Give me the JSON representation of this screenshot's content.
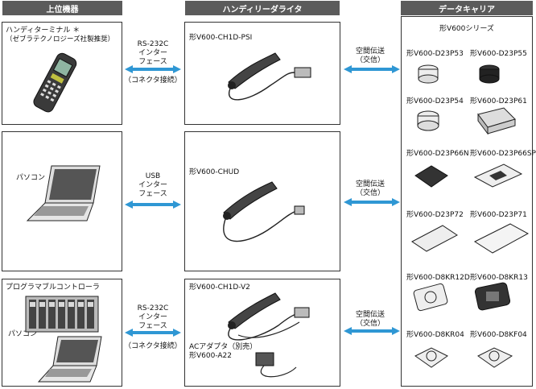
{
  "headers": {
    "host": "上位機器",
    "reader": "ハンディリーダライタ",
    "carrier": "データキャリア"
  },
  "host": {
    "terminal_line1": "ハンディターミナル ＊",
    "terminal_line2": "（ゼブラテクノロジーズ社製推奨）",
    "pc1": "パソコン",
    "plc": "プログラマブルコントローラ",
    "pc2": "パソコン"
  },
  "links": [
    {
      "line1": "RS-232C",
      "line2": "インター",
      "line3": "フェース",
      "note": "（コネクタ接続）"
    },
    {
      "line1": "USB",
      "line2": "インター",
      "line3": "フェース",
      "note": ""
    },
    {
      "line1": "RS-232C",
      "line2": "インター",
      "line3": "フェース",
      "note": "（コネクタ接続）"
    }
  ],
  "space_tx": {
    "line1": "空間伝送",
    "line2": "（交信）"
  },
  "readers": {
    "r1": "形V600-CH1D-PSI",
    "r2": "形V600-CHUD",
    "r3": "形V600-CH1D-V2",
    "adapter_line1": "ACアダプタ（別売）",
    "adapter_line2": "形V600-A22"
  },
  "carriers": {
    "series": "形V600シリーズ",
    "items": [
      "形V600-D23P53",
      "形V600-D23P55",
      "形V600-D23P54",
      "形V600-D23P61",
      "形V600-D23P66N",
      "形V600-D23P66SP",
      "形V600-D23P72",
      "形V600-D23P71",
      "形V600-D8KR12D",
      "形V600-D8KR13",
      "形V600-D8KR04",
      "形V600-D8KF04"
    ]
  },
  "colors": {
    "header_bg": "#5b5b5b",
    "arrow": "#2f97d4"
  }
}
